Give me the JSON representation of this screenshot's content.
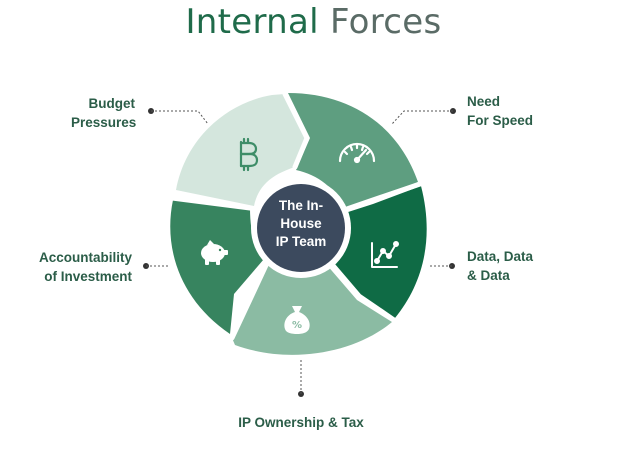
{
  "title": {
    "part1": "Internal",
    "part2": "Forces"
  },
  "center": {
    "lines": [
      "The In-",
      "House",
      "IP Team"
    ]
  },
  "segments": [
    {
      "id": "budget",
      "label_lines": [
        "Budget",
        "Pressures"
      ],
      "icon": "bitcoin-icon",
      "color": "#d4e6dd"
    },
    {
      "id": "speed",
      "label_lines": [
        "Need",
        "For Speed"
      ],
      "icon": "speedometer-icon",
      "color": "#5e9e80"
    },
    {
      "id": "data",
      "label_lines": [
        "Data, Data",
        "& Data"
      ],
      "icon": "line-chart-icon",
      "color": "#0f6b45"
    },
    {
      "id": "tax",
      "label_lines": [
        "IP Ownership & Tax"
      ],
      "icon": "money-bag-icon",
      "color": "#8bbba3"
    },
    {
      "id": "accountability",
      "label_lines": [
        "Accountability",
        "of Investment"
      ],
      "icon": "piggy-bank-icon",
      "color": "#37845f"
    }
  ],
  "colors": {
    "title_primary": "#1f6b4a",
    "title_secondary": "#5a6b66",
    "center": "#3c4a5e",
    "label": "#2b5d48",
    "connector": "#555555"
  }
}
